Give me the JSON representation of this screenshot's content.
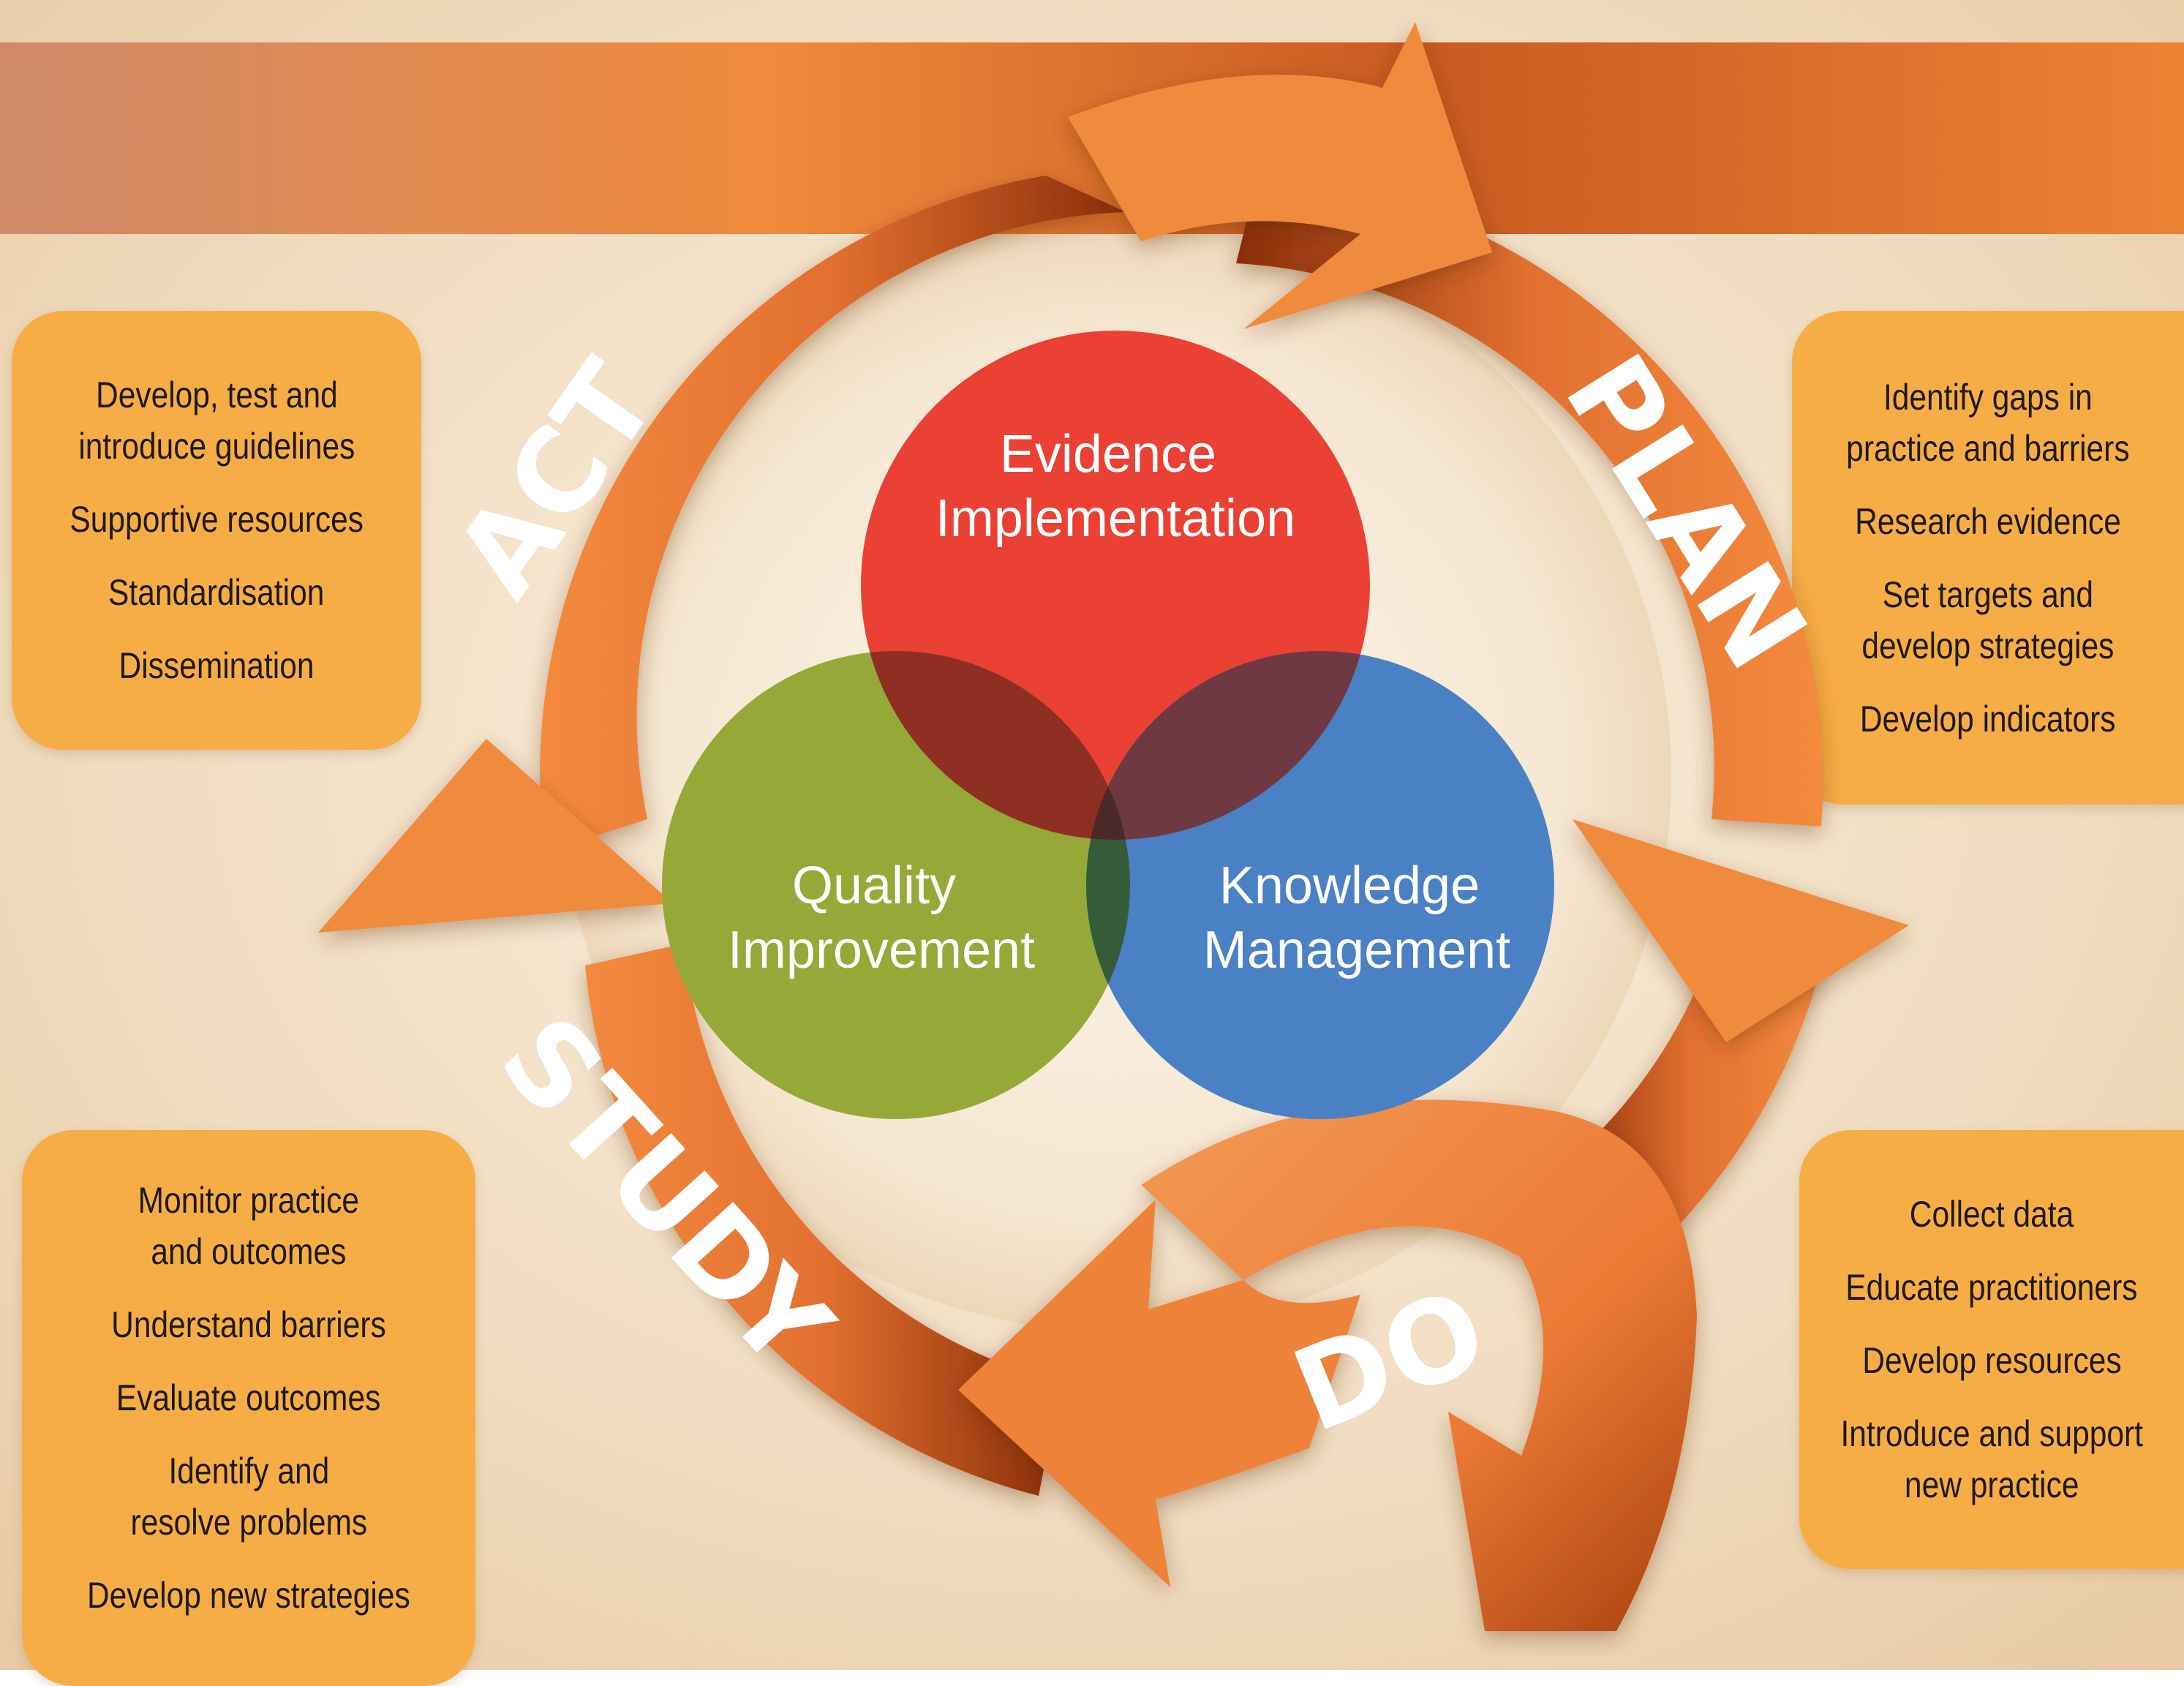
{
  "stages": {
    "plan": "PLAN",
    "do": "DO",
    "study": "STUDY",
    "act": "ACT"
  },
  "circles": {
    "evidence": {
      "line1": "Evidence",
      "line2": "Implementation",
      "color": "#eb4034"
    },
    "quality": {
      "line1": "Quality",
      "line2": "Improvement",
      "color": "#96a838"
    },
    "knowledge": {
      "line1": "Knowledge",
      "line2": "Management",
      "color": "#4a80c4"
    }
  },
  "act_panel": {
    "items": [
      "Develop, test and\nintroduce guidelines",
      "Supportive resources",
      "Standardisation",
      "Dissemination"
    ]
  },
  "plan_panel": {
    "items": [
      "Identify gaps in\npractice and barriers",
      "Research evidence",
      "Set targets and\ndevelop strategies",
      "Develop indicators"
    ]
  },
  "study_panel": {
    "items": [
      "Monitor practice\nand outcomes",
      "Understand barriers",
      "Evaluate outcomes",
      "Identify and\nresolve problems",
      "Develop new strategies"
    ]
  },
  "do_panel": {
    "items": [
      "Collect data",
      "Educate practitioners",
      "Develop resources",
      "Introduce and support\nnew practice"
    ]
  },
  "colors": {
    "arrow_orange": "#f0843a",
    "arrow_dark": "#7a2808",
    "panel_fill": "#f7ad45",
    "background": "#f2dfc2"
  }
}
